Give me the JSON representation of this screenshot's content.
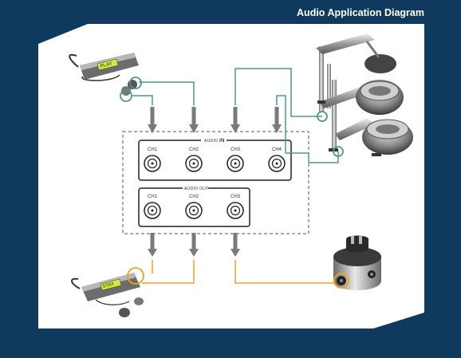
{
  "title": "Audio Application Diagram",
  "audio_in": {
    "label_prefix": "AUDIO",
    "label_suffix": "IN",
    "channels": [
      "CH1",
      "CH2",
      "CH3",
      "CH4"
    ]
  },
  "audio_out": {
    "label": "AUDIO OUT",
    "channels": [
      "CH1",
      "CH2",
      "CH3"
    ]
  },
  "devices": {
    "player_top_display": "PLAY",
    "player_bottom_display": "STAY"
  },
  "colors": {
    "background": "#0f3a5e",
    "input_cable": "#4a9a8a",
    "output_cable": "#f0a020",
    "arrow": "#7a7a7a"
  },
  "icons": {
    "mp3_player_top": "audio-player-icon",
    "mp3_player_bottom": "audio-recorder-icon",
    "mixer_stand": "dj-turntable-icon",
    "speaker": "speaker-icon"
  }
}
